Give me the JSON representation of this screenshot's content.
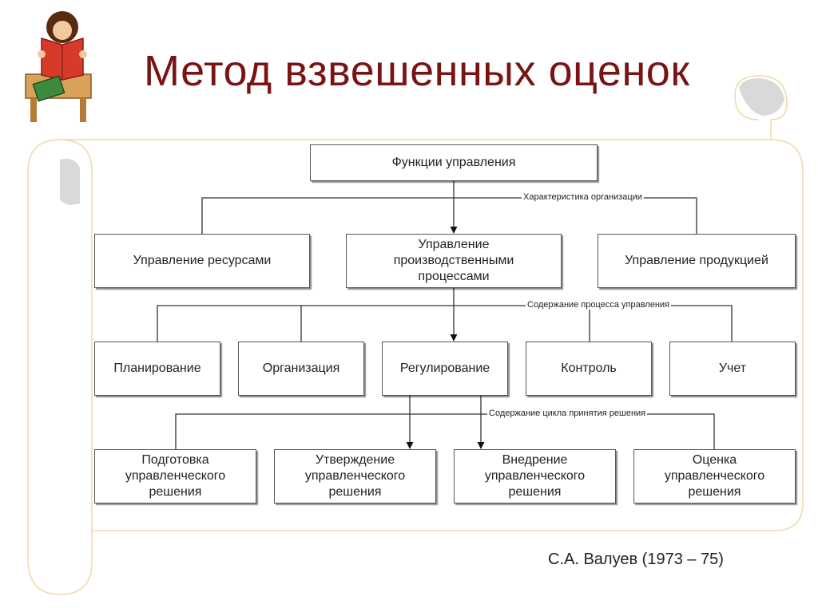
{
  "title": "Метод взвешенных оценок",
  "author": "С.А. Валуев (1973 – 75)",
  "diagram": {
    "root": "Функции управления",
    "connector_labels": {
      "level1": "Характеристика организации",
      "level2": "Содержание процесса управления",
      "level3": "Содержание цикла принятия решения"
    },
    "level1": [
      "Управление ресурсами",
      "Управление\nпроизводственными\nпроцессами",
      "Управление продукцией"
    ],
    "level2": [
      "Планирование",
      "Организация",
      "Регулирование",
      "Контроль",
      "Учет"
    ],
    "level3": [
      "Подготовка\nуправленческого\nрешения",
      "Утверждение\nуправленческого\nрешения",
      "Внедрение\nуправленческого\nрешения",
      "Оценка\nуправленческого\nрешения"
    ]
  },
  "colors": {
    "title": "#7a1414",
    "scroll_border": "#f0d9a8",
    "scroll_curl": "#d9d9d9"
  },
  "icons": [
    "reading-student-icon"
  ]
}
